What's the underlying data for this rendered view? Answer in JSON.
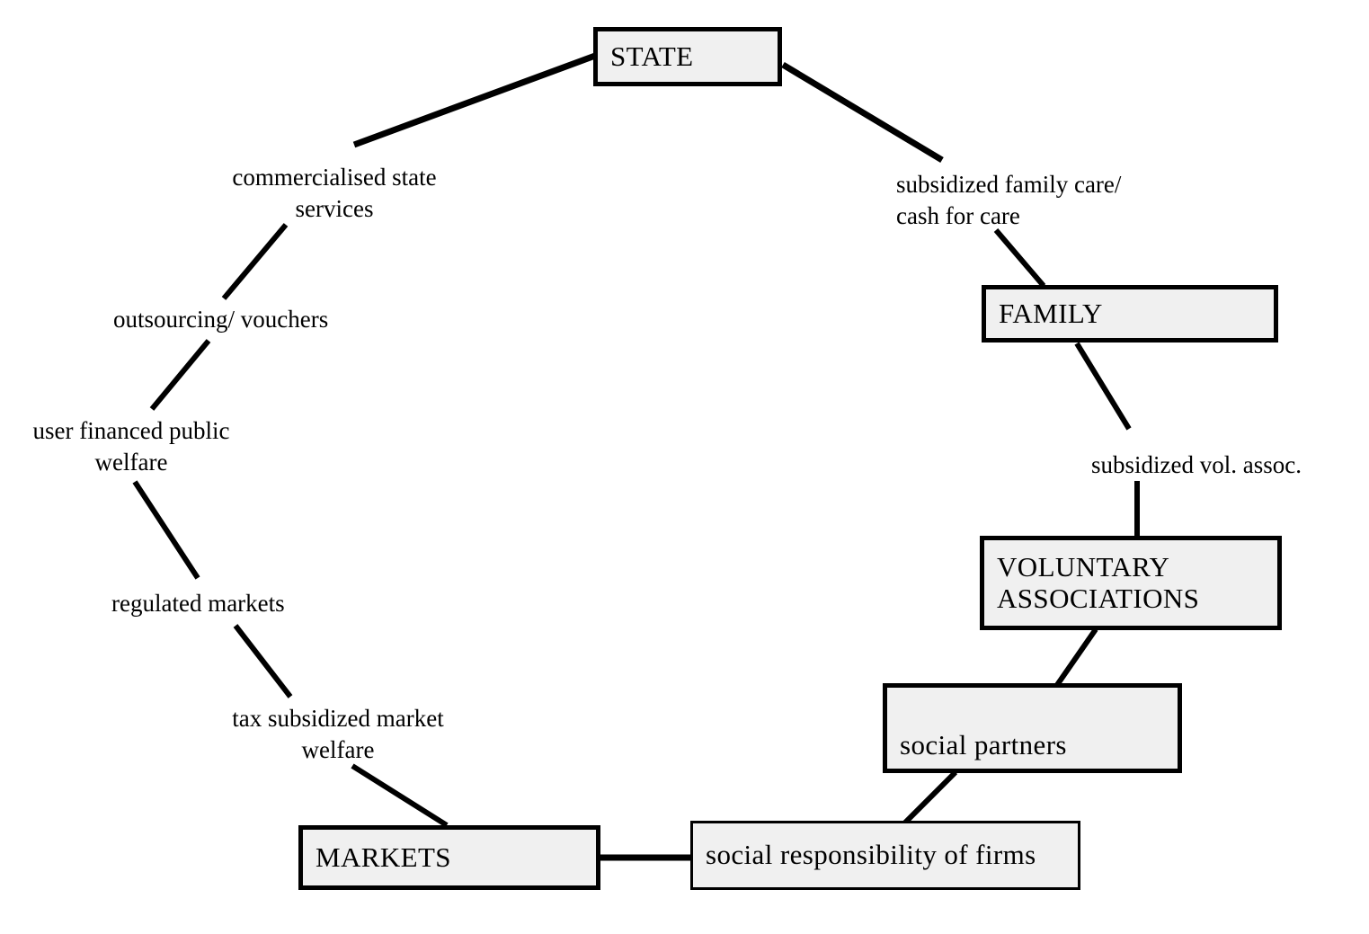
{
  "diagram": {
    "title": "Welfare mix diagram",
    "background_color": "#ffffff",
    "node_fill": "#f0f0f0",
    "line_color": "#000000",
    "nodes": [
      {
        "id": "state",
        "label": "STATE"
      },
      {
        "id": "family",
        "label": "FAMILY"
      },
      {
        "id": "voluntary_associations",
        "label": "VOLUNTARY\nASSOCIATIONS"
      },
      {
        "id": "social_partners",
        "label": "social partners"
      },
      {
        "id": "social_responsibility",
        "label": "social responsibility of firms"
      },
      {
        "id": "markets",
        "label": "MARKETS"
      }
    ],
    "edge_labels": [
      {
        "id": "commercialised_state_services",
        "label": "commercialised state\nservices"
      },
      {
        "id": "outsourcing_vouchers",
        "label": "outsourcing/ vouchers"
      },
      {
        "id": "user_financed_public_welfare",
        "label": "user financed public\nwelfare"
      },
      {
        "id": "regulated_markets",
        "label": "regulated markets"
      },
      {
        "id": "tax_subsidized_market_welfare",
        "label": "tax subsidized market\nwelfare"
      },
      {
        "id": "subsidized_family_care",
        "label": "subsidized family care/\ncash for care"
      },
      {
        "id": "subsidized_vol_assoc",
        "label": "subsidized vol. assoc."
      }
    ]
  }
}
